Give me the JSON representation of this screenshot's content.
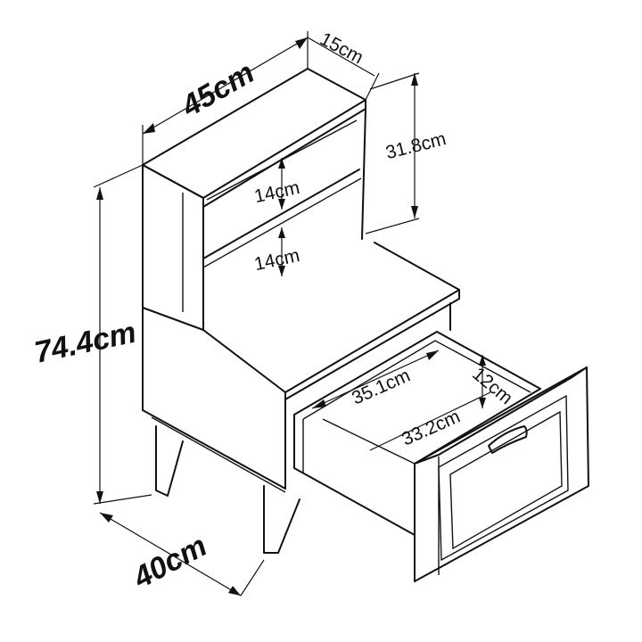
{
  "colors": {
    "line": "#111111",
    "background": "#ffffff"
  },
  "dimensions": {
    "width": "45cm",
    "depth_top": "15cm",
    "height_top": "31.8cm",
    "shelf_upper": "14cm",
    "shelf_lower": "14cm",
    "total_height": "74.4cm",
    "depth": "40cm",
    "drawer_width": "35.1cm",
    "drawer_depth": "33.2cm",
    "drawer_height": "12cm"
  }
}
